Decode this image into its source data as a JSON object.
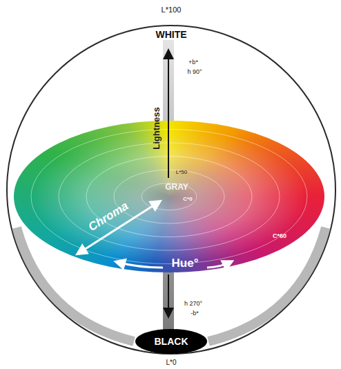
{
  "diagram": {
    "nodes": [
      {
        "text": [
          "BLACK"
        ]
      }
    ],
    "labels": [
      "L*100",
      "WHITE",
      "+b*",
      "h 90°",
      "Lightness",
      "L*50",
      "GRAY",
      "C*0",
      "Chroma",
      "Hue°",
      "C*60",
      "h 270°",
      "-b*",
      "L*0"
    ]
  }
}
